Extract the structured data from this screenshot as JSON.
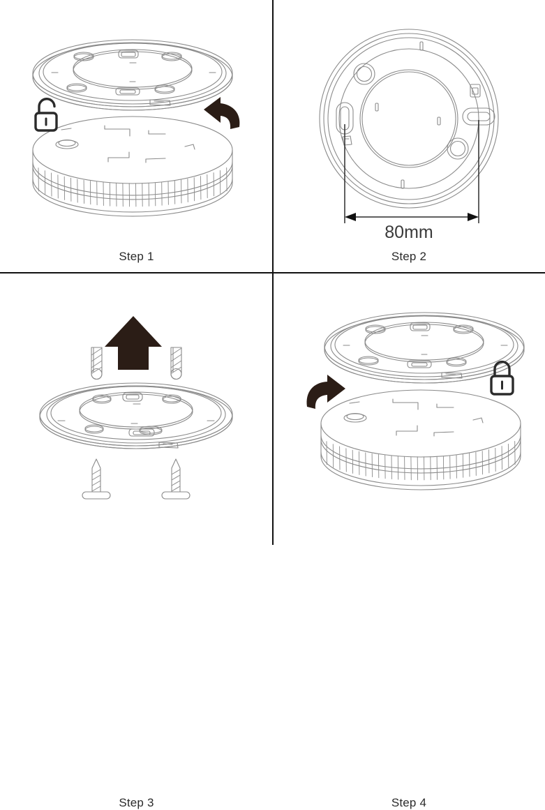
{
  "document": {
    "type": "installation-instruction-diagram",
    "subject": "round ceiling-mount device (smoke-alarm style) mounting bracket",
    "layout": "2x2 grid of numbered steps",
    "line_color": "#8a8a8a",
    "accent_color": "#2b1d16",
    "text_color": "#2b2b2b",
    "background_color": "#ffffff",
    "divider_color": "#111111"
  },
  "steps": [
    {
      "id": "step1",
      "caption": "Step 1",
      "position": "top-left",
      "lock_state": "unlocked",
      "lock_icon": "padlock-open-icon",
      "rotation_icon": "curved-arrow-left-icon",
      "rotation_direction": "counter-clockwise",
      "parts": [
        "mounting-bracket-underside",
        "device-body-with-vent-ribs"
      ],
      "description": "Twist device counter-clockwise to unlock and separate it from the mounting bracket."
    },
    {
      "id": "step2",
      "caption": "Step 2",
      "position": "top-right",
      "dimension_label": "80mm",
      "dimension_icon": "dimension-arrow-icon",
      "parts": [
        "mounting-bracket-flat-view"
      ],
      "features": [
        "screw-hole-upper-left",
        "screw-hole-lower-right",
        "keyhole-slot-left",
        "keyhole-slot-right"
      ],
      "description": "Mounting bracket seen flat; the two keyhole slots are 80mm apart."
    },
    {
      "id": "step3",
      "caption": "Step 3",
      "position": "bottom-left",
      "direction_icon": "straight-arrow-up-icon",
      "parts": [
        "wall-anchor-left",
        "wall-anchor-right",
        "mounting-bracket-angled",
        "screw-left",
        "screw-right"
      ],
      "anchor_count": 2,
      "screw_count": 2,
      "description": "Insert two wall anchors, then fix the bracket to the ceiling with two screws."
    },
    {
      "id": "step4",
      "caption": "Step 4",
      "position": "bottom-right",
      "lock_state": "locked",
      "lock_icon": "padlock-closed-icon",
      "rotation_icon": "curved-arrow-right-icon",
      "rotation_direction": "clockwise",
      "parts": [
        "mounting-bracket-underside",
        "device-body-with-vent-ribs"
      ],
      "description": "Align the device to the bracket and twist clockwise to lock it in place."
    }
  ]
}
